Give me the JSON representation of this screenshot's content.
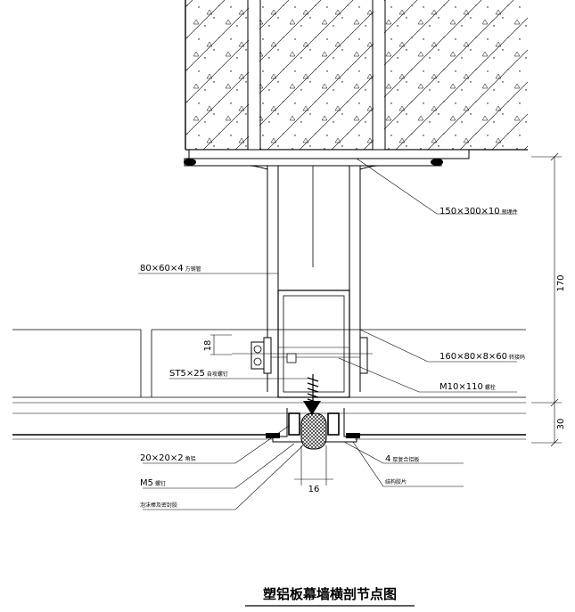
{
  "title": "塑铝板幕墙横剖节点图",
  "labels": {
    "embed_plate": {
      "spec": "150×300×10",
      "note": "预埋件"
    },
    "square_tube": {
      "spec": "80×60×4",
      "note": "方钢管"
    },
    "angle_connector": {
      "spec": "160×80×8×60",
      "note": "转接码"
    },
    "bolt": {
      "spec": "M10×110",
      "note": "螺栓"
    },
    "self_tap_screw": {
      "spec": "ST5×25",
      "note": "自攻螺钉"
    },
    "small_angle": {
      "spec": "20×20×2",
      "note": "角铝"
    },
    "m5_screw": {
      "spec": "M5",
      "note": "螺钉"
    },
    "sealant": {
      "note": "泡沫棒及密封胶"
    },
    "composite_panel": {
      "spec": "4",
      "note": "厚复合铝板"
    },
    "structural_glue": {
      "note": "结构胶片"
    }
  },
  "dimensions": {
    "upper": "170",
    "lower": "30",
    "bolt_offset": "18",
    "joint_width": "16"
  }
}
